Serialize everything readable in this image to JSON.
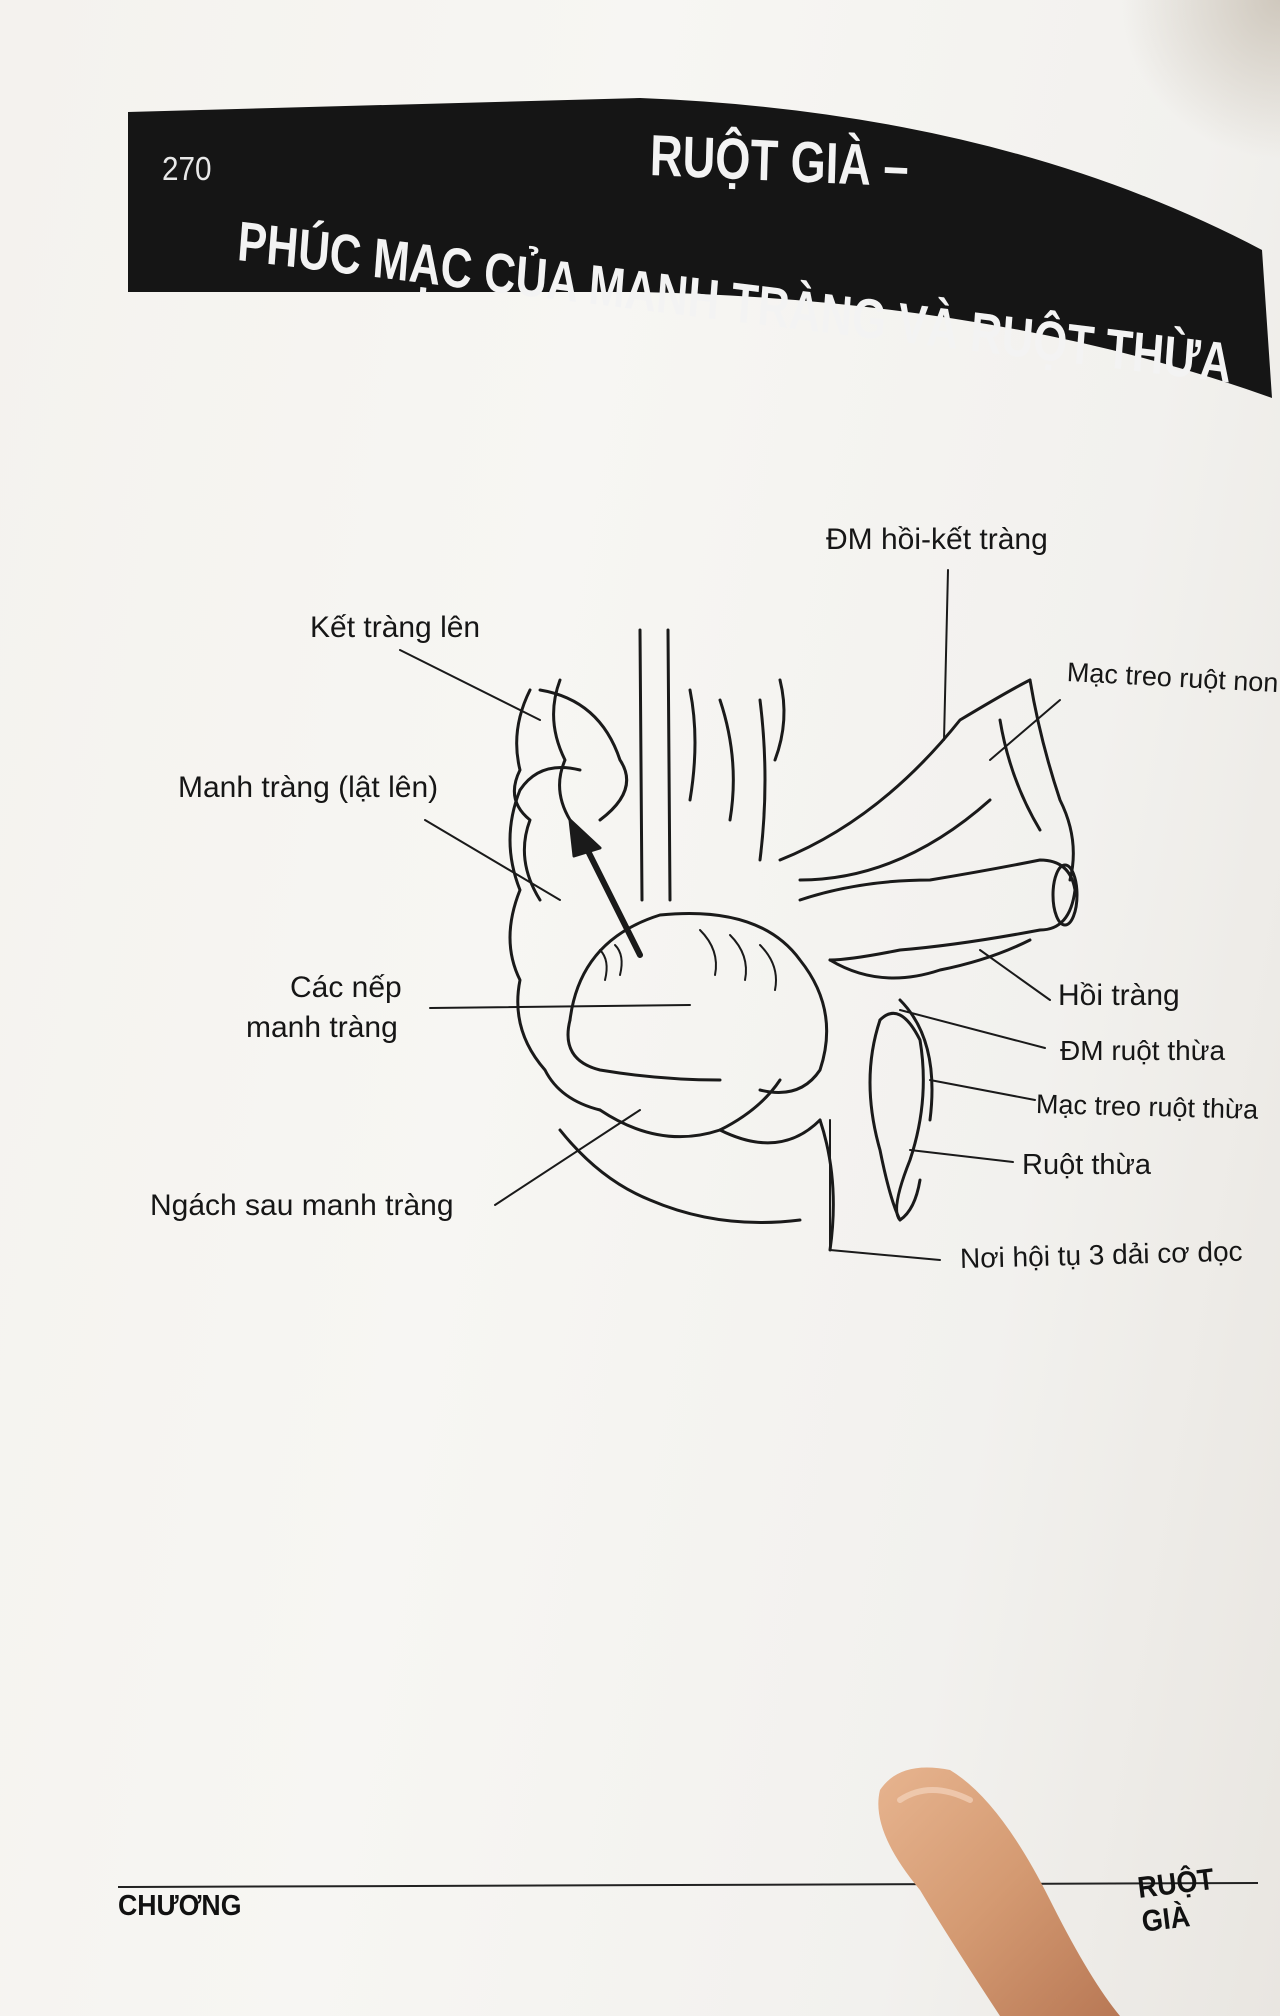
{
  "header": {
    "page_number": "270",
    "title_line1": "RUỘT GIÀ –",
    "title_line2": "PHÚC MẠC CỦA MANH TRÀNG VÀ RUỘT THỪA",
    "band_color": "#151515",
    "text_color": "#f3f3f3"
  },
  "figure": {
    "labels": {
      "ileocolic_artery": "ĐM hồi-kết tràng",
      "ascending_colon": "Kết tràng lên",
      "small_intestine_mesentery": "Mạc treo ruột non",
      "cecum_lifted": "Manh tràng (lật lên)",
      "cecal_folds_line1": "Các nếp",
      "cecal_folds_line2": "manh tràng",
      "ileum": "Hồi tràng",
      "appendicular_artery": "ĐM ruột thừa",
      "mesoappendix": "Mạc treo ruột thừa",
      "appendix": "Ruột thừa",
      "retrocecal_recess": "Ngách sau manh tràng",
      "taeniae_convergence": "Nơi hội tụ 3 dải cơ dọc"
    }
  },
  "footer": {
    "left": "CHƯƠNG",
    "right": "RUỘT GIÀ"
  }
}
